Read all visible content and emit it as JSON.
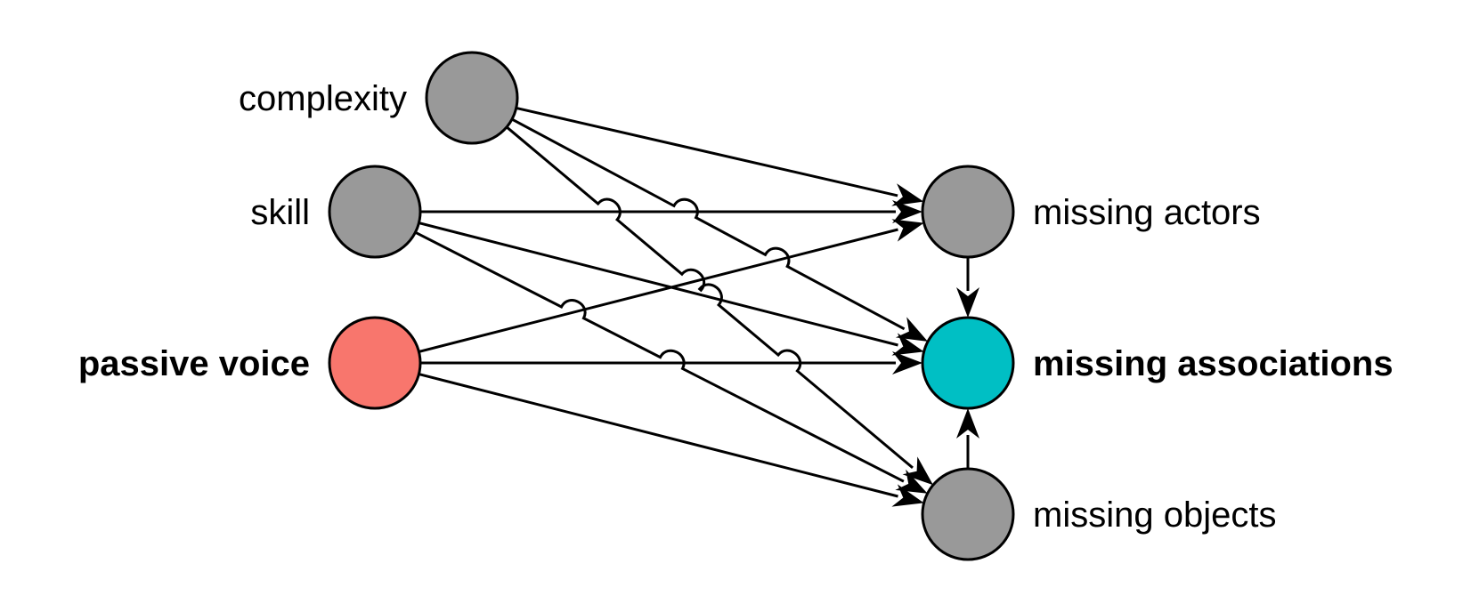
{
  "nodes": [
    {
      "id": "complexity",
      "label": "complexity",
      "color": "#999999",
      "bold": false
    },
    {
      "id": "skill",
      "label": "skill",
      "color": "#999999",
      "bold": false
    },
    {
      "id": "passive_voice",
      "label": "passive voice",
      "color": "#f8766d",
      "bold": true
    },
    {
      "id": "missing_actors",
      "label": "missing actors",
      "color": "#999999",
      "bold": false
    },
    {
      "id": "missing_associations",
      "label": "missing associations",
      "color": "#00bfc4",
      "bold": true
    },
    {
      "id": "missing_objects",
      "label": "missing objects",
      "color": "#999999",
      "bold": false
    }
  ],
  "edges": [
    {
      "from": "complexity",
      "to": "missing_actors"
    },
    {
      "from": "complexity",
      "to": "missing_associations"
    },
    {
      "from": "complexity",
      "to": "missing_objects"
    },
    {
      "from": "skill",
      "to": "missing_actors"
    },
    {
      "from": "skill",
      "to": "missing_associations"
    },
    {
      "from": "skill",
      "to": "missing_objects"
    },
    {
      "from": "passive_voice",
      "to": "missing_actors"
    },
    {
      "from": "passive_voice",
      "to": "missing_associations"
    },
    {
      "from": "passive_voice",
      "to": "missing_objects"
    },
    {
      "from": "missing_actors",
      "to": "missing_associations"
    },
    {
      "from": "missing_objects",
      "to": "missing_associations"
    }
  ],
  "colors": {
    "stroke": "#000000",
    "background": "#ffffff"
  }
}
